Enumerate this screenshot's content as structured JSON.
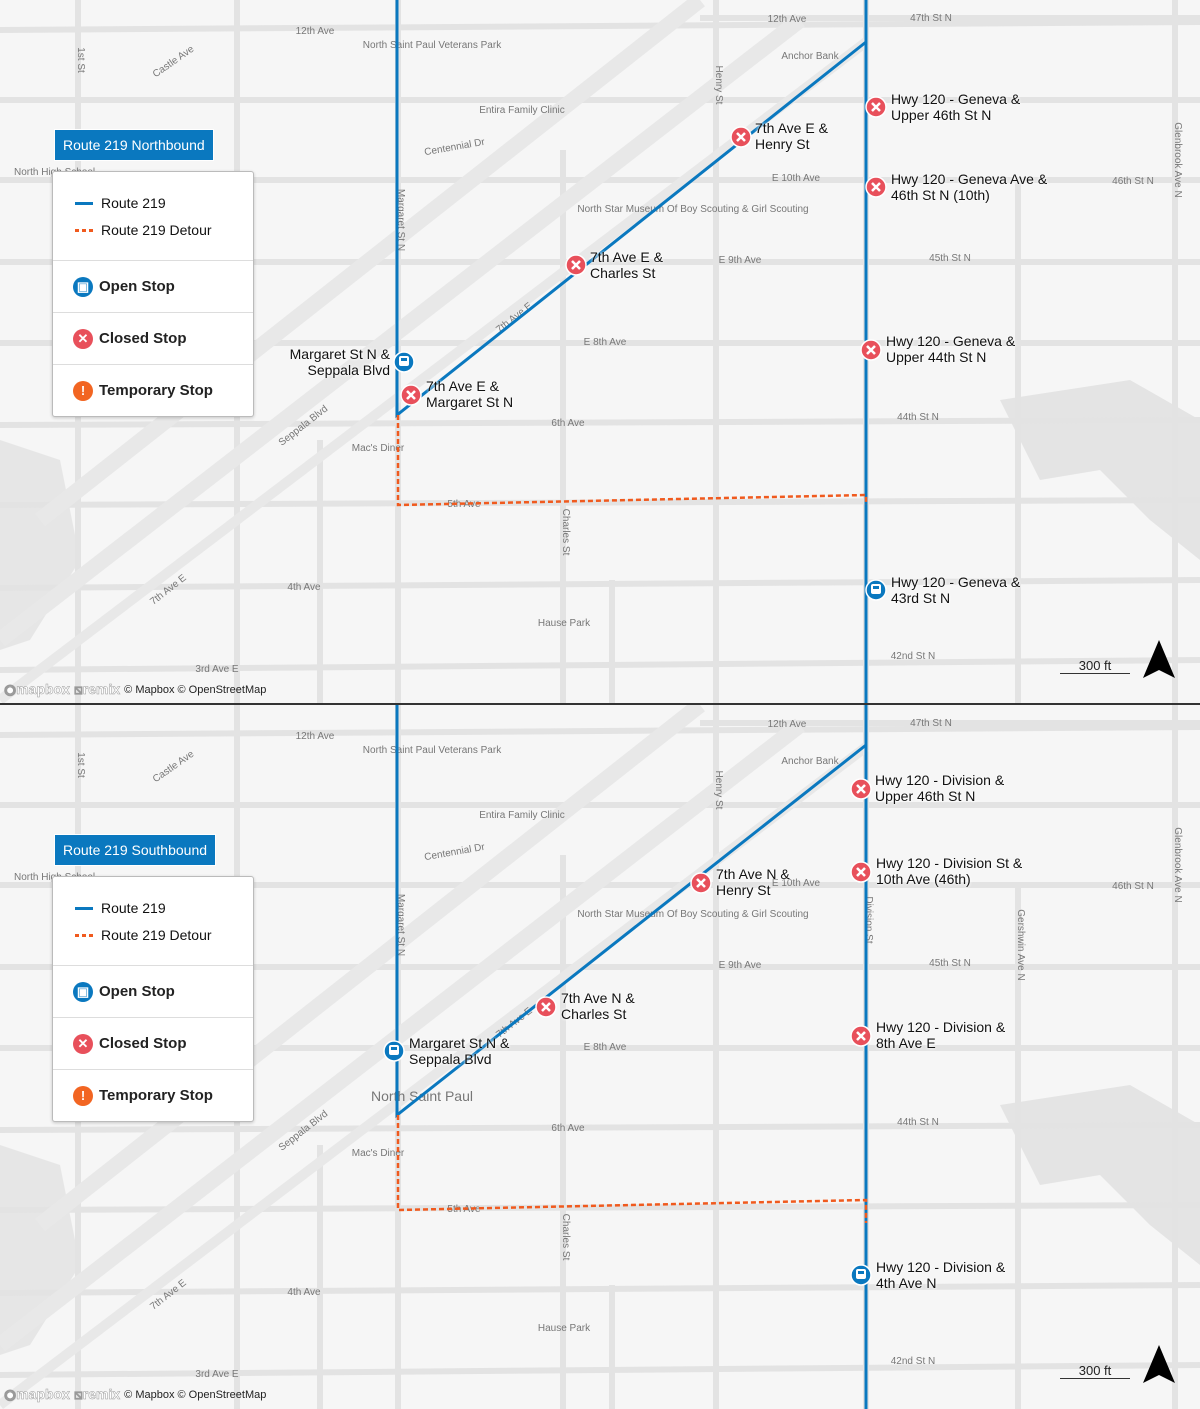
{
  "colors": {
    "route": "#0a78bf",
    "detour": "#f05a1e",
    "closed": "#e8505b",
    "open": "#0a78bf",
    "temporary": "#f26522",
    "street": "#e3e3e3",
    "background": "#f6f6f6"
  },
  "legend": {
    "route": "Route 219",
    "detour": "Route 219 Detour",
    "open": "Open Stop",
    "closed": "Closed Stop",
    "temporary": "Temporary Stop"
  },
  "attribution": {
    "mapbox_logo": "mapbox",
    "remix_logo": "remix",
    "text": "© Mapbox © OpenStreetMap"
  },
  "scale": "300 ft",
  "street_labels": [
    "12th Ave",
    "Castle Ave",
    "1st St",
    "North Saint Paul Veterans Park",
    "Entira Family Clinic",
    "Centennial Dr",
    "Margaret St N",
    "Henry St",
    "12th Ave",
    "47th St N",
    "Anchor Bank",
    "E 10th Ave",
    "North Star Museum Of Boy Scouting & Girl Scouting",
    "46th St N",
    "Glenbrook Ave N",
    "E 9th Ave",
    "45th St N",
    "7th Ave E",
    "E 8th Ave",
    "44th St N",
    "Seppala Blvd",
    "Mac's Diner",
    "6th Ave",
    "5th Ave",
    "Charles St",
    "4th Ave",
    "7th Ave E",
    "Hause Park",
    "3rd Ave E",
    "42nd St N",
    "North High School"
  ],
  "northbound": {
    "title": "Route 219 Northbound",
    "stops": [
      {
        "name": "Hwy 120 - Geneva &\nUpper 46th St N",
        "status": "closed"
      },
      {
        "name": "Hwy 120 - Geneva Ave &\n46th St N (10th)",
        "status": "closed"
      },
      {
        "name": "7th Ave E &\nHenry St",
        "status": "closed"
      },
      {
        "name": "7th Ave E &\nCharles St",
        "status": "closed"
      },
      {
        "name": "Hwy 120 - Geneva &\nUpper 44th St N",
        "status": "closed"
      },
      {
        "name": "Margaret St N &\nSeppala Blvd",
        "status": "open"
      },
      {
        "name": "7th Ave E &\nMargaret St N",
        "status": "closed"
      },
      {
        "name": "Hwy 120 - Geneva &\n43rd St N",
        "status": "open"
      }
    ]
  },
  "southbound": {
    "title": "Route 219 Southbound",
    "extra_labels": [
      "Division St",
      "Gershwin Ave N",
      "North Saint Paul"
    ],
    "stops": [
      {
        "name": "Hwy 120 - Division &\nUpper 46th St N",
        "status": "closed"
      },
      {
        "name": "Hwy 120 - Division St &\n10th Ave (46th)",
        "status": "closed"
      },
      {
        "name": "7th Ave N &\nHenry St",
        "status": "closed"
      },
      {
        "name": "7th Ave N &\nCharles St",
        "status": "closed"
      },
      {
        "name": "Hwy 120 - Division &\n8th Ave E",
        "status": "closed"
      },
      {
        "name": "Margaret St N &\nSeppala Blvd",
        "status": "open"
      },
      {
        "name": "Hwy 120 - Division &\n4th Ave N",
        "status": "open"
      }
    ]
  }
}
